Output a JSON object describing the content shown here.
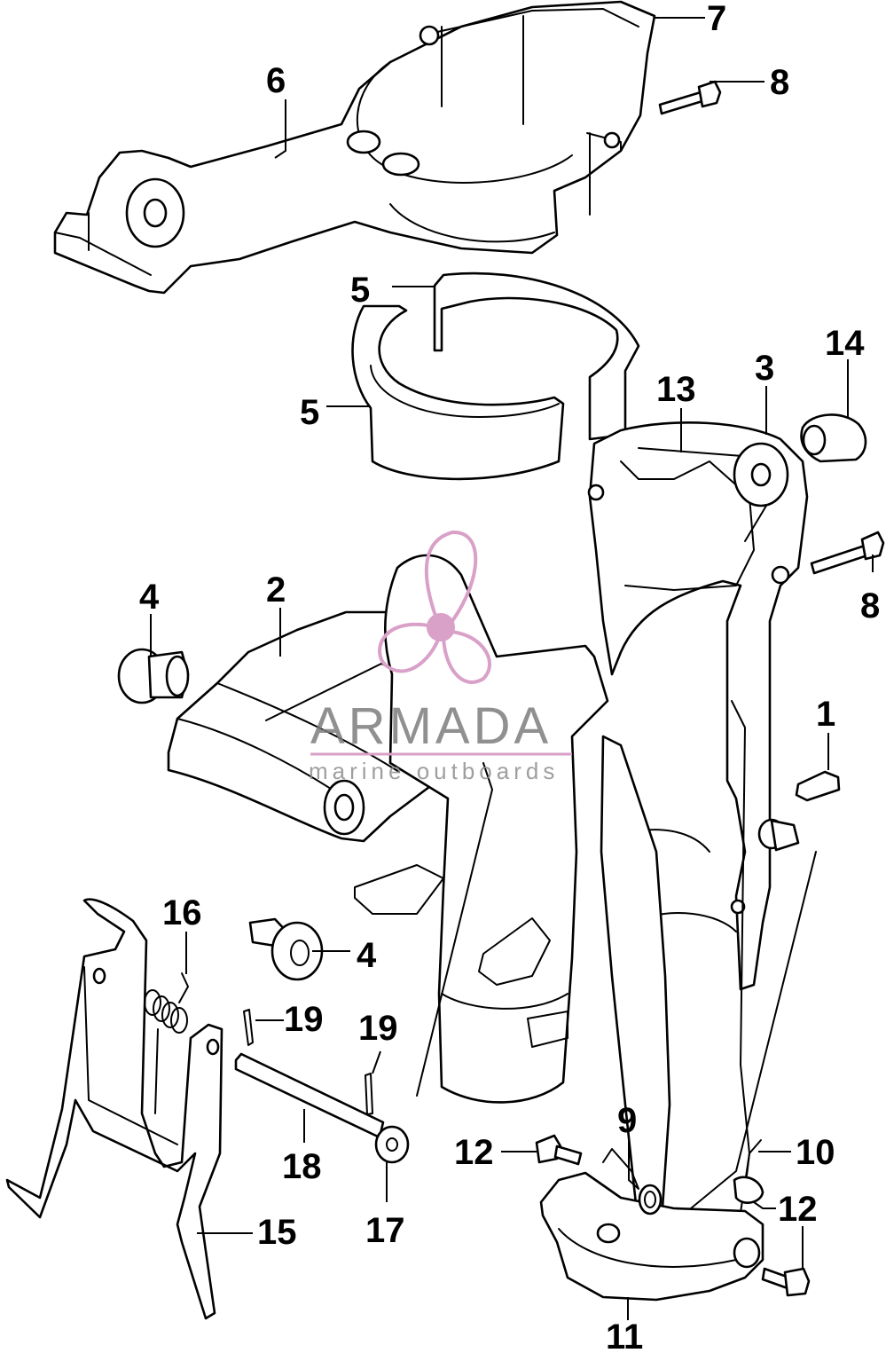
{
  "watermark": {
    "brand": "ARMADA",
    "tagline": "marine outboards",
    "logo_icon": "propeller-logo-icon",
    "logo_color": "#d9a0c8",
    "text_color": "#7d7d7d"
  },
  "callouts": [
    {
      "id": "c1",
      "label": "1"
    },
    {
      "id": "c2",
      "label": "2"
    },
    {
      "id": "c3",
      "label": "3"
    },
    {
      "id": "c4a",
      "label": "4"
    },
    {
      "id": "c4b",
      "label": "4"
    },
    {
      "id": "c5a",
      "label": "5"
    },
    {
      "id": "c5b",
      "label": "5"
    },
    {
      "id": "c6",
      "label": "6"
    },
    {
      "id": "c7",
      "label": "7"
    },
    {
      "id": "c8a",
      "label": "8"
    },
    {
      "id": "c8b",
      "label": "8"
    },
    {
      "id": "c9",
      "label": "9"
    },
    {
      "id": "c10",
      "label": "10"
    },
    {
      "id": "c11",
      "label": "11"
    },
    {
      "id": "c12a",
      "label": "12"
    },
    {
      "id": "c12b",
      "label": "12"
    },
    {
      "id": "c13",
      "label": "13"
    },
    {
      "id": "c14",
      "label": "14"
    },
    {
      "id": "c15",
      "label": "15"
    },
    {
      "id": "c16",
      "label": "16"
    },
    {
      "id": "c17",
      "label": "17"
    },
    {
      "id": "c18",
      "label": "18"
    },
    {
      "id": "c19a",
      "label": "19"
    },
    {
      "id": "c19b",
      "label": "19"
    }
  ]
}
